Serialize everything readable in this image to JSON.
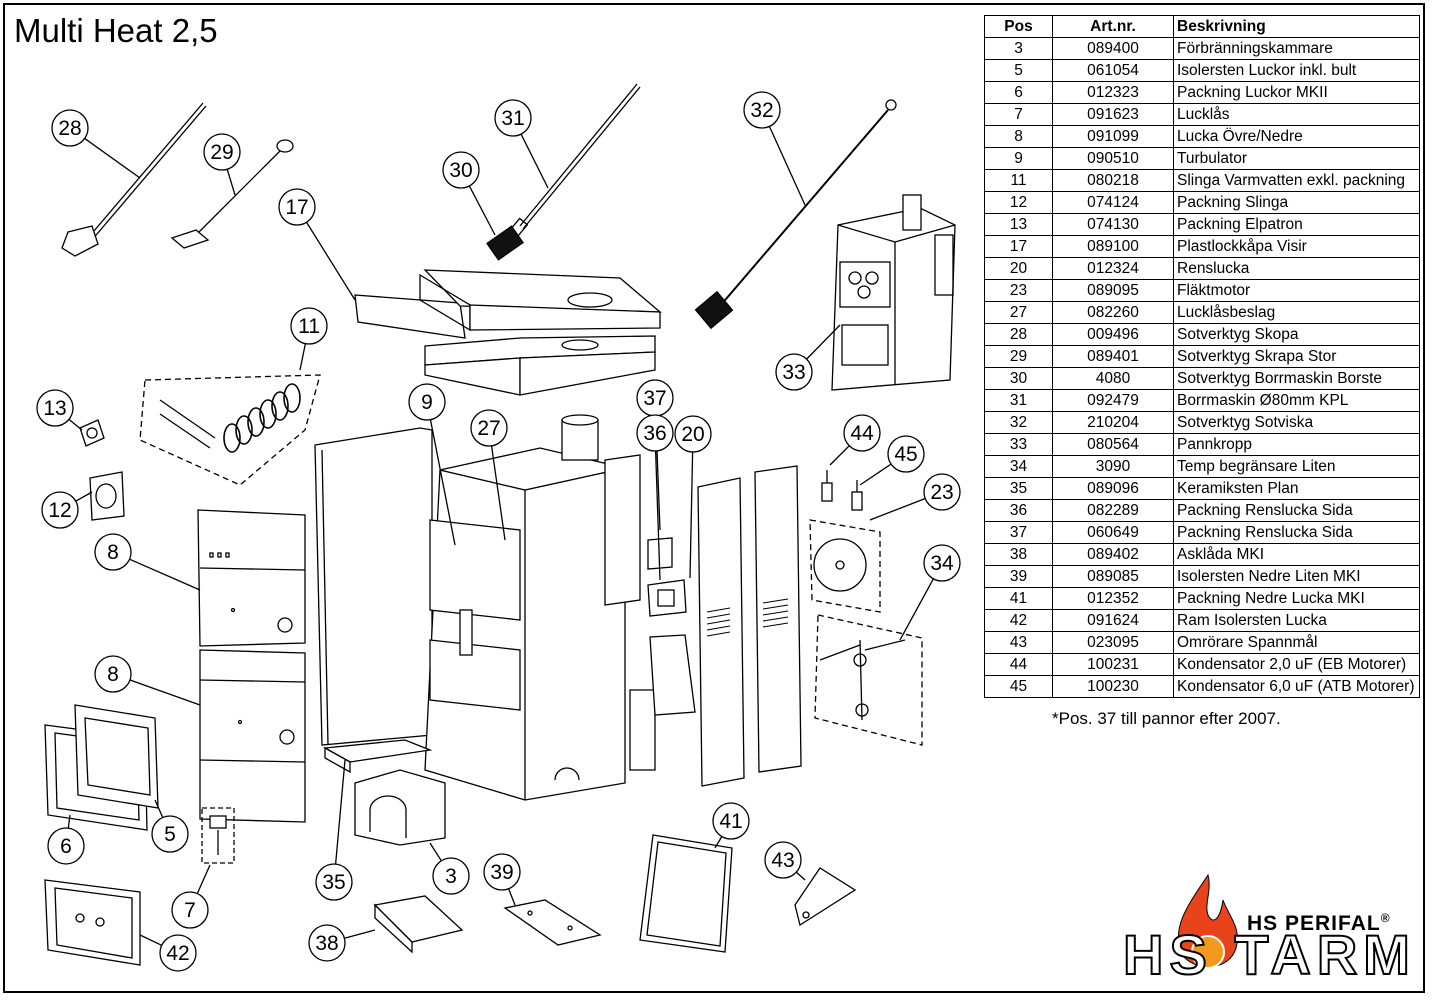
{
  "title": "Multi Heat 2,5",
  "table": {
    "headers": {
      "pos": "Pos",
      "art": "Art.nr.",
      "desc": "Beskrivning"
    },
    "rows": [
      {
        "pos": "3",
        "art": "089400",
        "desc": "Förbränningskammare"
      },
      {
        "pos": "5",
        "art": "061054",
        "desc": "Isolersten Luckor inkl. bult"
      },
      {
        "pos": "6",
        "art": "012323",
        "desc": "Packning Luckor MKII"
      },
      {
        "pos": "7",
        "art": "091623",
        "desc": "Lucklås"
      },
      {
        "pos": "8",
        "art": "091099",
        "desc": "Lucka Övre/Nedre"
      },
      {
        "pos": "9",
        "art": "090510",
        "desc": "Turbulator"
      },
      {
        "pos": "11",
        "art": "080218",
        "desc": "Slinga Varmvatten exkl. packning"
      },
      {
        "pos": "12",
        "art": "074124",
        "desc": "Packning Slinga"
      },
      {
        "pos": "13",
        "art": "074130",
        "desc": "Packning Elpatron"
      },
      {
        "pos": "17",
        "art": "089100",
        "desc": "Plastlockkåpa Visir"
      },
      {
        "pos": "20",
        "art": "012324",
        "desc": "Renslucka"
      },
      {
        "pos": "23",
        "art": "089095",
        "desc": "Fläktmotor"
      },
      {
        "pos": "27",
        "art": "082260",
        "desc": "Lucklåsbeslag"
      },
      {
        "pos": "28",
        "art": "009496",
        "desc": "Sotverktyg Skopa"
      },
      {
        "pos": "29",
        "art": "089401",
        "desc": "Sotverktyg Skrapa Stor"
      },
      {
        "pos": "30",
        "art": "4080",
        "desc": "Sotverktyg Borrmaskin Borste"
      },
      {
        "pos": "31",
        "art": "092479",
        "desc": "Borrmaskin Ø80mm KPL"
      },
      {
        "pos": "32",
        "art": "210204",
        "desc": "Sotverktyg Sotviska"
      },
      {
        "pos": "33",
        "art": "080564",
        "desc": "Pannkropp"
      },
      {
        "pos": "34",
        "art": "3090",
        "desc": "Temp begränsare Liten"
      },
      {
        "pos": "35",
        "art": "089096",
        "desc": "Keramiksten Plan"
      },
      {
        "pos": "36",
        "art": "082289",
        "desc": "Packning Renslucka Sida"
      },
      {
        "pos": "37",
        "art": "060649",
        "desc": "Packning Renslucka Sida"
      },
      {
        "pos": "38",
        "art": "089402",
        "desc": "Asklåda MKI"
      },
      {
        "pos": "39",
        "art": "089085",
        "desc": "Isolersten Nedre Liten MKI"
      },
      {
        "pos": "41",
        "art": "012352",
        "desc": "Packning Nedre Lucka MKI"
      },
      {
        "pos": "42",
        "art": "091624",
        "desc": "Ram Isolersten Lucka"
      },
      {
        "pos": "43",
        "art": "023095",
        "desc": "Omrörare Spannmål"
      },
      {
        "pos": "44",
        "art": "100231",
        "desc": "Kondensator 2,0 uF (EB Motorer)"
      },
      {
        "pos": "45",
        "art": "100230",
        "desc": "Kondensator 6,0 uF (ATB Motorer)"
      }
    ]
  },
  "note": "*Pos. 37 till pannor efter 2007.",
  "logo": {
    "top": "HS PERIFAL",
    "registered": "®",
    "main": "HS TARM",
    "flame_color": "#e8431a",
    "ball_color": "#f39a1e"
  },
  "callouts": [
    "28",
    "29",
    "31",
    "30",
    "32",
    "17",
    "11",
    "33",
    "13",
    "12",
    "9",
    "27",
    "37",
    "36",
    "20",
    "44",
    "45",
    "23",
    "8",
    "8",
    "34",
    "6",
    "5",
    "7",
    "35",
    "3",
    "39",
    "41",
    "43",
    "38",
    "42"
  ]
}
